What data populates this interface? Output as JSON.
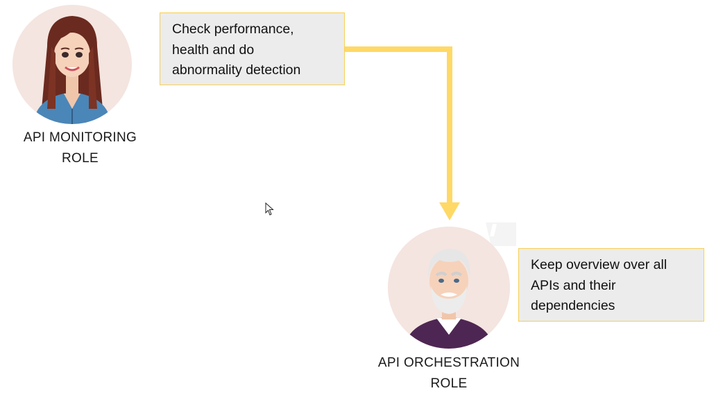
{
  "roles": {
    "monitoring": {
      "label_line1": "API MONITORING",
      "label_line2": "ROLE",
      "note": {
        "line1": "Check performance,",
        "line2": "health and do",
        "line3": "abnormality detection"
      }
    },
    "orchestration": {
      "label_line1": "API ORCHESTRATION",
      "label_line2": "ROLE",
      "note": {
        "line1": "Keep overview over all",
        "line2": "APIs and their",
        "line3": "dependencies"
      }
    }
  },
  "colors": {
    "connector": "#ffd966",
    "note_border": "#f7d053",
    "note_fill": "#ececec",
    "avatar_bg": "#f4e5e0"
  },
  "icons": [
    "female-avatar-icon",
    "male-elder-avatar-icon",
    "mouse-pointer-icon"
  ]
}
